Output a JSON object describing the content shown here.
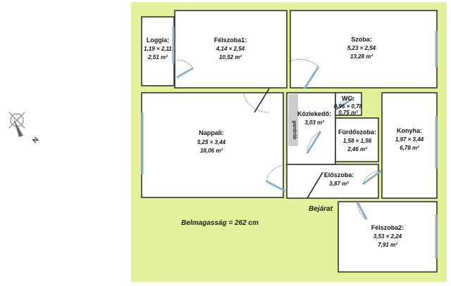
{
  "colors": {
    "outside": "#e4f09a",
    "room_fill": "#ffffff",
    "wall": "#333333",
    "door_window": "#8fb0c7",
    "wardrobe_fill": "#cccccc",
    "compass_gray": "#888888"
  },
  "compass": {
    "icon": "compass-rose-icon",
    "north_label": "N"
  },
  "rooms": {
    "loggia": {
      "name": "Loggia:",
      "dims": "1,19 × 2,11",
      "area": "2,51 m²"
    },
    "felszoba1": {
      "name": "Félszoba1:",
      "dims": "4,14 × 2,54",
      "area": "10,52 m²"
    },
    "szoba": {
      "name": "Szoba:",
      "dims": "5,23 × 2,54",
      "area": "13,28 m²"
    },
    "wc": {
      "name": "WC:",
      "dims": "0,96 × 0,78",
      "area": "0,75 m²"
    },
    "kozlekedo": {
      "name": "Közlekedő:",
      "area": "3,03 m²"
    },
    "nappali": {
      "name": "Nappali:",
      "dims": "5,25 × 3,44",
      "area": "18,06 m²"
    },
    "furdoszoba": {
      "name": "Fürdőszoba:",
      "dims": "1,58 × 1,56",
      "area": "2,46 m²"
    },
    "konyha": {
      "name": "Konyha:",
      "dims": "1,97 × 3,44",
      "area": "6,78 m²"
    },
    "eloszoba": {
      "name": "Előszoba:",
      "area": "3,87 m²"
    },
    "felszoba2": {
      "name": "Félszoba2:",
      "dims": "3,53 × 2,24",
      "area": "7,91 m²"
    }
  },
  "labels": {
    "gardrob": "gardrób",
    "ceiling_height": "Belmagasság = 262 cm",
    "entrance": "Bejárat"
  }
}
